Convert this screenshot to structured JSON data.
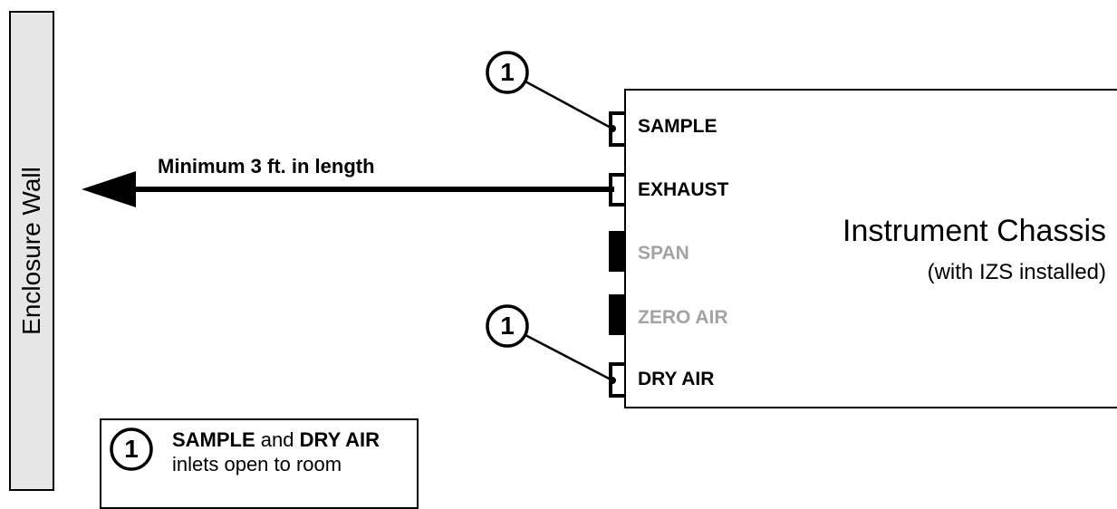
{
  "enclosure_wall": {
    "label": "Enclosure Wall"
  },
  "exhaust_line": {
    "label": "Minimum 3 ft. in length"
  },
  "chassis": {
    "title": "Instrument Chassis",
    "subtitle": "(with IZS installed)",
    "ports": [
      {
        "label": "SAMPLE",
        "state": "open"
      },
      {
        "label": "EXHAUST",
        "state": "open"
      },
      {
        "label": "SPAN",
        "state": "capped"
      },
      {
        "label": "ZERO AIR",
        "state": "capped"
      },
      {
        "label": "DRY AIR",
        "state": "open"
      }
    ]
  },
  "callouts": [
    {
      "number": "1"
    },
    {
      "number": "1"
    }
  ],
  "note": {
    "number": "1",
    "term_a": "SAMPLE",
    "connector": " and ",
    "term_b": "DRY AIR",
    "rest": " inlets open to room"
  },
  "colors": {
    "line": "#000000",
    "wall_fill": "#e6e6e6",
    "inactive_label": "#a3a3a3"
  }
}
